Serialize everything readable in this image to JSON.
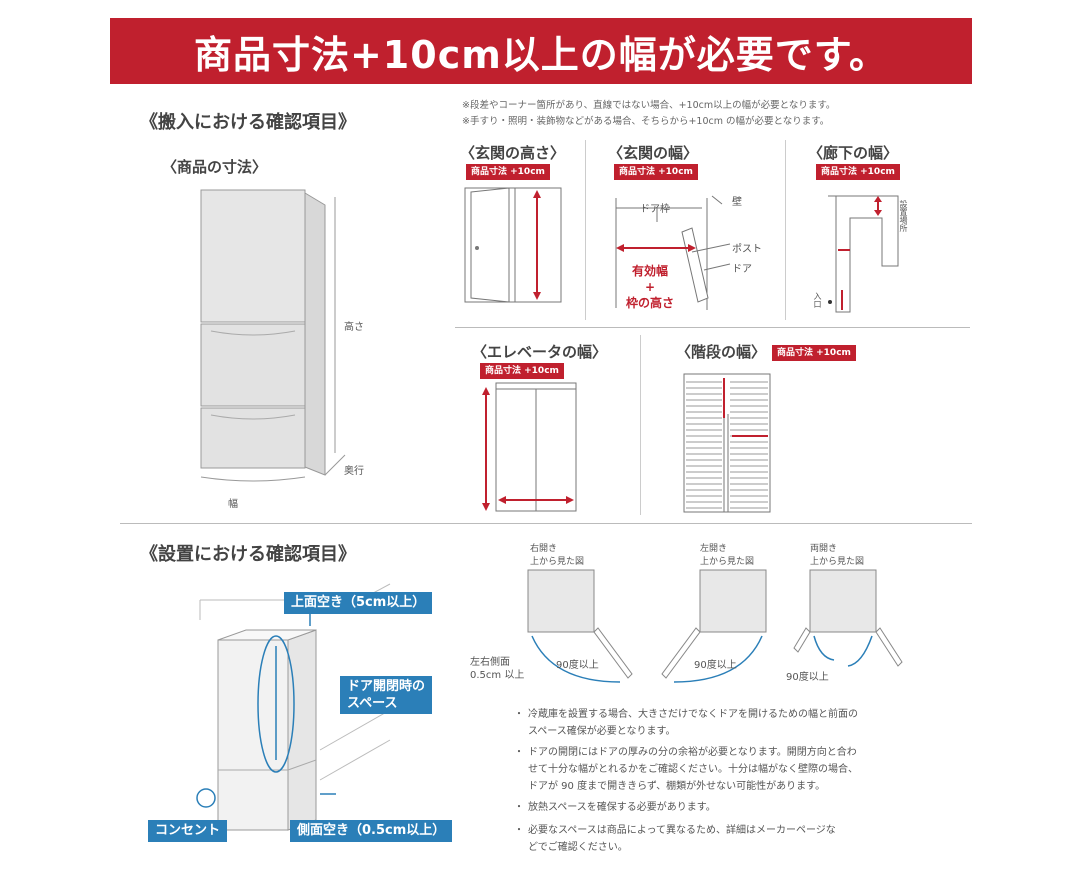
{
  "banner": {
    "title": "商品寸法+10cm以上の幅が必要です。"
  },
  "delivery": {
    "section_title": "《搬入における確認項目》",
    "notes": [
      "※段差やコーナー箇所があり、直線ではない場合、+10cm以上の幅が必要となります。",
      "※手すり・照明・装飾物などがある場合、そちらから+10cm の幅が必要となります。"
    ],
    "product_dims": {
      "title": "〈商品の寸法〉",
      "height": "高さ",
      "depth": "奥行",
      "width": "幅"
    },
    "tag_text": "商品寸法 +10cm",
    "entrance_height": {
      "title": "〈玄関の高さ〉"
    },
    "entrance_width": {
      "title": "〈玄関の幅〉",
      "door_frame": "ドア枠",
      "wall": "壁",
      "post": "ポスト",
      "door": "ドア",
      "effective_width": "有効幅",
      "plus": "+",
      "frame_height": "枠の高さ"
    },
    "hallway_width": {
      "title": "〈廊下の幅〉",
      "install_place": "設置場所",
      "entrance": "入口"
    },
    "elevator_width": {
      "title": "〈エレベータの幅〉"
    },
    "stairs_width": {
      "title": "〈階段の幅〉"
    }
  },
  "installation": {
    "section_title": "《設置における確認項目》",
    "top_clearance": "上面空き（5cm以上）",
    "door_space": [
      "ドア開閉時の",
      "スペース"
    ],
    "outlet": "コンセント",
    "side_clearance": "側面空き（0.5cm以上）",
    "side_note": [
      "左右側面",
      "0.5cm 以上"
    ],
    "right_open": {
      "title": [
        "右開き",
        "上から見た図"
      ],
      "angle": "90度以上"
    },
    "left_open": {
      "title": [
        "左開き",
        "上から見た図"
      ],
      "angle": "90度以上"
    },
    "double_open": {
      "title": [
        "両開き",
        "上から見た図"
      ],
      "angle": "90度以上"
    },
    "bullets": [
      [
        "冷蔵庫を設置する場合、大きさだけでなくドアを開けるための幅と前面の",
        "スペース確保が必要となります。"
      ],
      [
        "ドアの開閉にはドアの厚みの分の余裕が必要となります。開閉方向と合わ",
        "せて十分な幅がとれるかをご確認ください。十分は幅がなく壁際の場合、",
        "ドアが 90 度まで開ききらず、棚類が外せない可能性があります。"
      ],
      [
        "放熱スペースを確保する必要があります。"
      ],
      [
        "必要なスペースは商品によって異なるため、詳細はメーカーページな",
        "どでご確認ください。"
      ]
    ],
    "bullet_mark": "・"
  },
  "colors": {
    "accent_red": "#c0202e",
    "accent_blue": "#2b7fb8",
    "line_gray": "#999999"
  }
}
